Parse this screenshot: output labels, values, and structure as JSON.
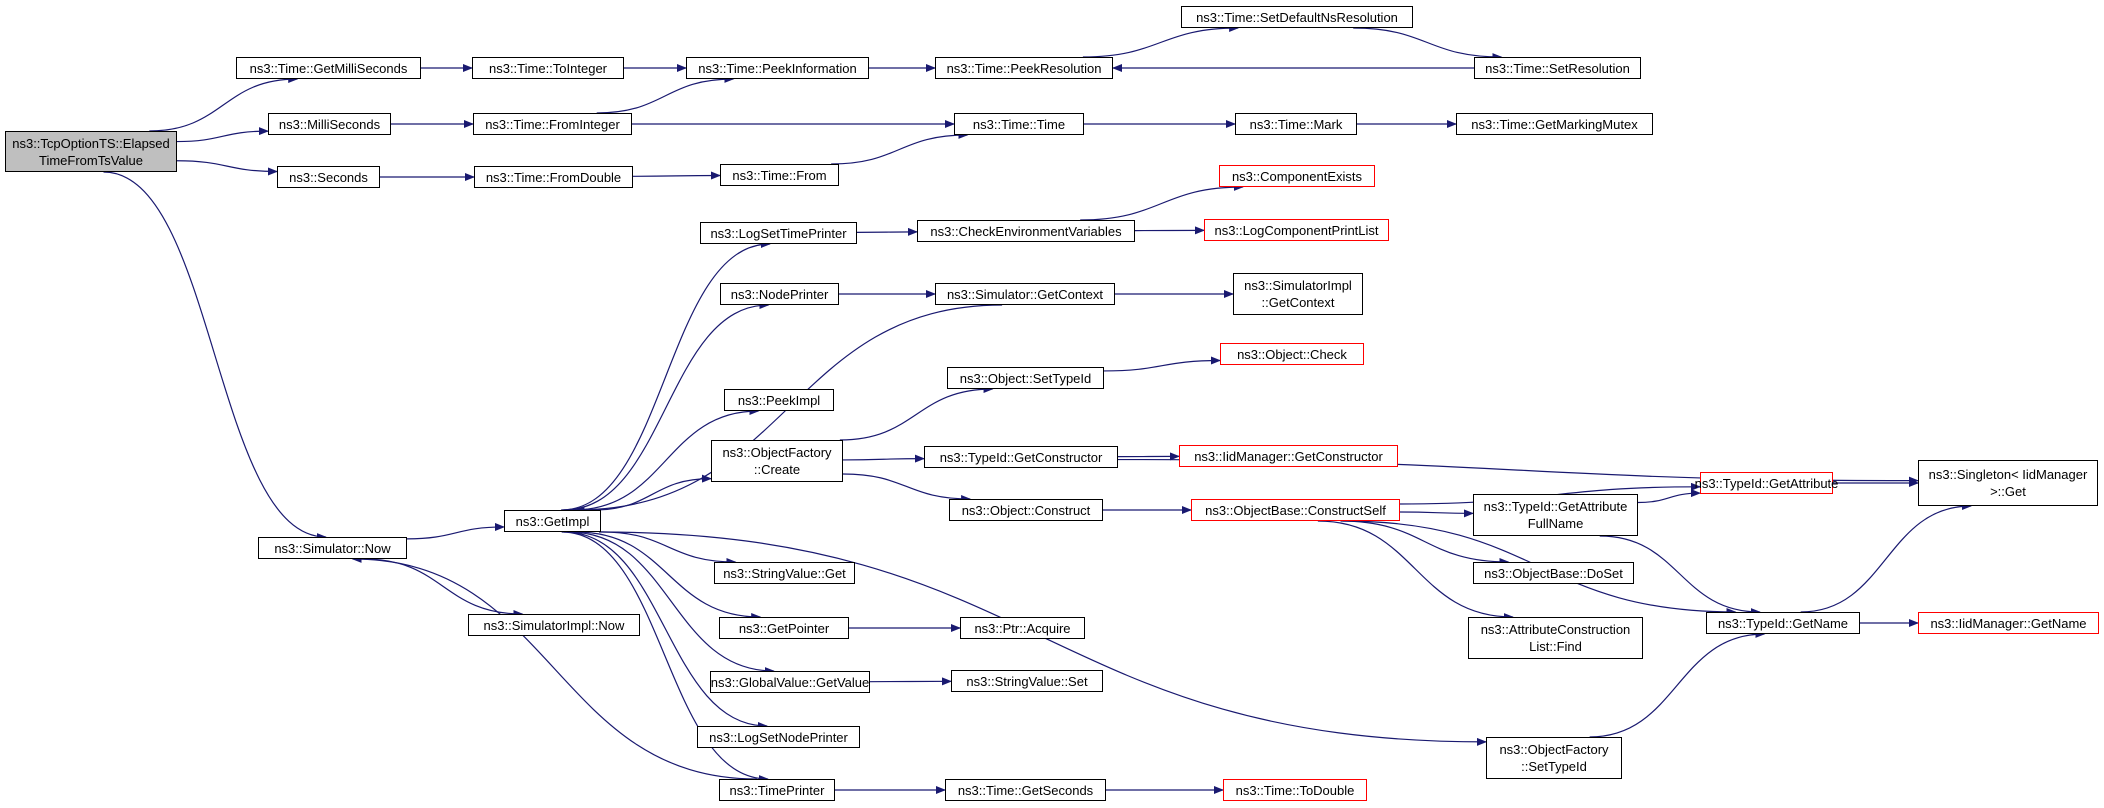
{
  "graph": {
    "edge_color": "#191970",
    "nodes": [
      {
        "id": "root",
        "lines": [
          "ns3::TcpOptionTS::Elapsed",
          "TimeFromTsValue"
        ],
        "border": "#000000",
        "fill": "#bfbfbf"
      },
      {
        "id": "getms",
        "lines": [
          "ns3::Time::GetMilliSeconds"
        ],
        "border": "#000000"
      },
      {
        "id": "ms",
        "lines": [
          "ns3::MilliSeconds"
        ],
        "border": "#000000"
      },
      {
        "id": "sec",
        "lines": [
          "ns3::Seconds"
        ],
        "border": "#000000"
      },
      {
        "id": "toint",
        "lines": [
          "ns3::Time::ToInteger"
        ],
        "border": "#000000"
      },
      {
        "id": "fromint",
        "lines": [
          "ns3::Time::FromInteger"
        ],
        "border": "#000000"
      },
      {
        "id": "fromdbl",
        "lines": [
          "ns3::Time::FromDouble"
        ],
        "border": "#000000"
      },
      {
        "id": "peekinfo",
        "lines": [
          "ns3::Time::PeekInformation"
        ],
        "border": "#000000"
      },
      {
        "id": "from",
        "lines": [
          "ns3::Time::From"
        ],
        "border": "#000000"
      },
      {
        "id": "peekres",
        "lines": [
          "ns3::Time::PeekResolution"
        ],
        "border": "#000000"
      },
      {
        "id": "time",
        "lines": [
          "ns3::Time::Time"
        ],
        "border": "#000000"
      },
      {
        "id": "setdef",
        "lines": [
          "ns3::Time::SetDefaultNsResolution"
        ],
        "border": "#000000"
      },
      {
        "id": "setres",
        "lines": [
          "ns3::Time::SetResolution"
        ],
        "border": "#000000"
      },
      {
        "id": "mark",
        "lines": [
          "ns3::Time::Mark"
        ],
        "border": "#000000"
      },
      {
        "id": "getmutex",
        "lines": [
          "ns3::Time::GetMarkingMutex"
        ],
        "border": "#000000"
      },
      {
        "id": "logsettp",
        "lines": [
          "ns3::LogSetTimePrinter"
        ],
        "border": "#000000"
      },
      {
        "id": "checkenv",
        "lines": [
          "ns3::CheckEnvironmentVariables"
        ],
        "border": "#000000"
      },
      {
        "id": "compexists",
        "lines": [
          "ns3::ComponentExists"
        ],
        "border": "#ff0000"
      },
      {
        "id": "logcomplist",
        "lines": [
          "ns3::LogComponentPrintList"
        ],
        "border": "#ff0000"
      },
      {
        "id": "nodeprinter",
        "lines": [
          "ns3::NodePrinter"
        ],
        "border": "#000000"
      },
      {
        "id": "simgetctx",
        "lines": [
          "ns3::Simulator::GetContext"
        ],
        "border": "#000000"
      },
      {
        "id": "simimplctx",
        "lines": [
          "ns3::SimulatorImpl",
          "::GetContext"
        ],
        "border": "#000000"
      },
      {
        "id": "peekimpl",
        "lines": [
          "ns3::PeekImpl"
        ],
        "border": "#000000"
      },
      {
        "id": "objsettid",
        "lines": [
          "ns3::Object::SetTypeId"
        ],
        "border": "#000000"
      },
      {
        "id": "objcheck",
        "lines": [
          "ns3::Object::Check"
        ],
        "border": "#ff0000"
      },
      {
        "id": "ofcreate",
        "lines": [
          "ns3::ObjectFactory",
          "::Create"
        ],
        "border": "#000000"
      },
      {
        "id": "tidgetctor",
        "lines": [
          "ns3::TypeId::GetConstructor"
        ],
        "border": "#000000"
      },
      {
        "id": "iidgetctor",
        "lines": [
          "ns3::IidManager::GetConstructor"
        ],
        "border": "#ff0000"
      },
      {
        "id": "singleton",
        "lines": [
          "ns3::Singleton< IidManager",
          ">::Get"
        ],
        "border": "#000000"
      },
      {
        "id": "objconstruct",
        "lines": [
          "ns3::Object::Construct"
        ],
        "border": "#000000"
      },
      {
        "id": "obconstructself",
        "lines": [
          "ns3::ObjectBase::ConstructSelf"
        ],
        "border": "#ff0000"
      },
      {
        "id": "tidgetattrfull",
        "lines": [
          "ns3::TypeId::GetAttribute",
          "FullName"
        ],
        "border": "#000000"
      },
      {
        "id": "tidgetattr",
        "lines": [
          "ns3::TypeId::GetAttribute"
        ],
        "border": "#ff0000"
      },
      {
        "id": "simnow",
        "lines": [
          "ns3::Simulator::Now"
        ],
        "border": "#000000"
      },
      {
        "id": "getimpl",
        "lines": [
          "ns3::GetImpl"
        ],
        "border": "#000000"
      },
      {
        "id": "simimplnow",
        "lines": [
          "ns3::SimulatorImpl::Now"
        ],
        "border": "#000000"
      },
      {
        "id": "strvalget",
        "lines": [
          "ns3::StringValue::Get"
        ],
        "border": "#000000"
      },
      {
        "id": "getpointer",
        "lines": [
          "ns3::GetPointer"
        ],
        "border": "#000000"
      },
      {
        "id": "ptracquire",
        "lines": [
          "ns3::Ptr::Acquire"
        ],
        "border": "#000000"
      },
      {
        "id": "gvgetvalue",
        "lines": [
          "ns3::GlobalValue::GetValue"
        ],
        "border": "#000000"
      },
      {
        "id": "strvalset",
        "lines": [
          "ns3::StringValue::Set"
        ],
        "border": "#000000"
      },
      {
        "id": "logsetnp",
        "lines": [
          "ns3::LogSetNodePrinter"
        ],
        "border": "#000000"
      },
      {
        "id": "timeprinter",
        "lines": [
          "ns3::TimePrinter"
        ],
        "border": "#000000"
      },
      {
        "id": "getseconds",
        "lines": [
          "ns3::Time::GetSeconds"
        ],
        "border": "#000000"
      },
      {
        "id": "todouble",
        "lines": [
          "ns3::Time::ToDouble"
        ],
        "border": "#ff0000"
      },
      {
        "id": "obdoset",
        "lines": [
          "ns3::ObjectBase::DoSet"
        ],
        "border": "#000000"
      },
      {
        "id": "attrconstr",
        "lines": [
          "ns3::AttributeConstruction",
          "List::Find"
        ],
        "border": "#000000"
      },
      {
        "id": "tidgetname",
        "lines": [
          "ns3::TypeId::GetName"
        ],
        "border": "#000000"
      },
      {
        "id": "iidgetname",
        "lines": [
          "ns3::IidManager::GetName"
        ],
        "border": "#ff0000"
      },
      {
        "id": "ofsettid",
        "lines": [
          "ns3::ObjectFactory",
          "::SetTypeId"
        ],
        "border": "#000000"
      }
    ],
    "edges": [
      [
        "root",
        "getms"
      ],
      [
        "root",
        "ms"
      ],
      [
        "root",
        "sec"
      ],
      [
        "root",
        "simnow"
      ],
      [
        "getms",
        "toint"
      ],
      [
        "toint",
        "peekinfo"
      ],
      [
        "ms",
        "fromint"
      ],
      [
        "fromint",
        "peekinfo"
      ],
      [
        "fromint",
        "time"
      ],
      [
        "sec",
        "fromdbl"
      ],
      [
        "fromdbl",
        "from"
      ],
      [
        "from",
        "time"
      ],
      [
        "peekinfo",
        "peekres"
      ],
      [
        "peekres",
        "setdef"
      ],
      [
        "setdef",
        "setres"
      ],
      [
        "setres",
        "peekres"
      ],
      [
        "time",
        "mark"
      ],
      [
        "mark",
        "getmutex"
      ],
      [
        "getimpl",
        "logsettp"
      ],
      [
        "getimpl",
        "nodeprinter"
      ],
      [
        "getimpl",
        "peekimpl"
      ],
      [
        "getimpl",
        "ofcreate"
      ],
      [
        "getimpl",
        "strvalget"
      ],
      [
        "getimpl",
        "getpointer"
      ],
      [
        "getimpl",
        "gvgetvalue"
      ],
      [
        "getimpl",
        "logsetnp"
      ],
      [
        "getimpl",
        "timeprinter"
      ],
      [
        "getimpl",
        "ofsettid"
      ],
      [
        "logsettp",
        "checkenv"
      ],
      [
        "checkenv",
        "compexists"
      ],
      [
        "checkenv",
        "logcomplist"
      ],
      [
        "nodeprinter",
        "simgetctx"
      ],
      [
        "simgetctx",
        "getimpl"
      ],
      [
        "simgetctx",
        "simimplctx"
      ],
      [
        "ofcreate",
        "objsettid"
      ],
      [
        "ofcreate",
        "tidgetctor"
      ],
      [
        "ofcreate",
        "objconstruct"
      ],
      [
        "objsettid",
        "objcheck"
      ],
      [
        "tidgetctor",
        "iidgetctor"
      ],
      [
        "tidgetctor",
        "singleton"
      ],
      [
        "objconstruct",
        "obconstructself"
      ],
      [
        "obconstructself",
        "tidgetattrfull"
      ],
      [
        "obconstructself",
        "tidgetattr"
      ],
      [
        "obconstructself",
        "obdoset"
      ],
      [
        "obconstructself",
        "attrconstr"
      ],
      [
        "obconstructself",
        "tidgetname"
      ],
      [
        "tidgetattrfull",
        "tidgetattr"
      ],
      [
        "tidgetattrfull",
        "tidgetname"
      ],
      [
        "tidgetattr",
        "singleton"
      ],
      [
        "tidgetname",
        "singleton"
      ],
      [
        "tidgetname",
        "iidgetname"
      ],
      [
        "ofsettid",
        "tidgetname"
      ],
      [
        "simnow",
        "getimpl"
      ],
      [
        "simnow",
        "simimplnow"
      ],
      [
        "timeprinter",
        "simnow"
      ],
      [
        "getpointer",
        "ptracquire"
      ],
      [
        "gvgetvalue",
        "strvalset"
      ],
      [
        "timeprinter",
        "getseconds"
      ],
      [
        "getseconds",
        "todouble"
      ]
    ]
  }
}
